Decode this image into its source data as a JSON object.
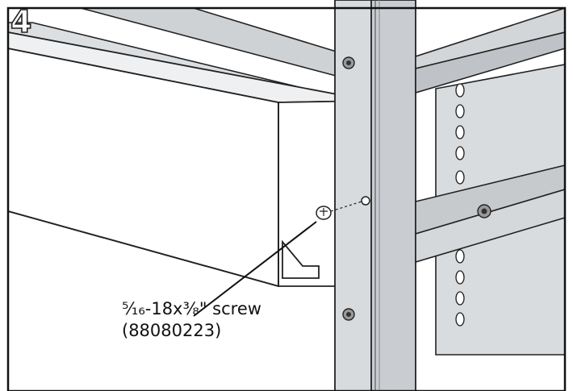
{
  "step": {
    "number": "4"
  },
  "callout": {
    "line1": "⁵⁄₁₆-18x³⁄₈\" screw",
    "line2": "(88080223)"
  }
}
